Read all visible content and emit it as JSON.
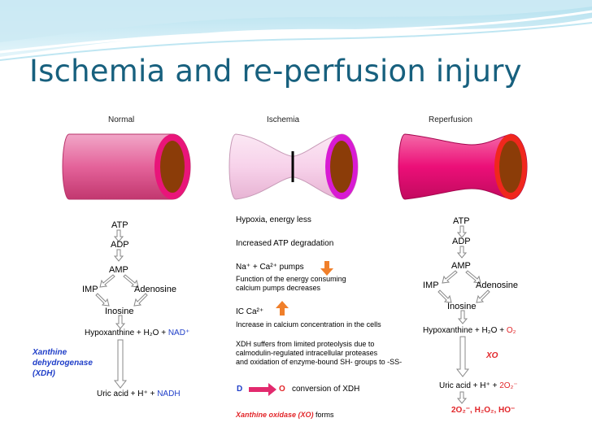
{
  "slide": {
    "title": "Ischemia and re-perfusion injury"
  },
  "panels": {
    "normal": {
      "header": "Normal"
    },
    "ischemia": {
      "header": "Ischemia"
    },
    "reperfusion": {
      "header": "Reperfusion"
    }
  },
  "left_pathway": {
    "atp": "ATP",
    "adp": "ADP",
    "amp": "AMP",
    "imp": "IMP",
    "adenosine": "Adenosine",
    "inosine": "Inosine",
    "hypoxanthine_eq": "Hypoxanthine + H₂O + ",
    "nad": "NAD⁺",
    "enzyme_line1": "Xanthine",
    "enzyme_line2": "dehydrogenase",
    "enzyme_line3": "(XDH)",
    "uric_eq": "Uric acid + H⁺ + ",
    "nadh": "NADH"
  },
  "middle_notes": {
    "hypoxia": "Hypoxia, energy less",
    "atp_degradation": "Increased ATP degradation",
    "pumps": "Na⁺ + Ca²⁺ pumps",
    "pumps_desc1": "Function of the energy consuming",
    "pumps_desc2": "calcium pumps decreases",
    "ic_ca": "IC Ca²⁺",
    "ic_ca_desc": "Increase in calcium concentration in the cells",
    "xdh_desc1": "XDH suffers from limited proteolysis due to",
    "xdh_desc2": "calmodulin-regulated intracellular proteases",
    "xdh_desc3": "and oxidation of enzyme-bound SH- groups to -SS-",
    "conv_d": "D",
    "conv_o": "O",
    "conversion": "conversion of XDH",
    "xo_forms_red": "Xanthine oxidase (XO)",
    "xo_forms_black": " forms"
  },
  "right_pathway": {
    "atp": "ATP",
    "adp": "ADP",
    "amp": "AMP",
    "imp": "IMP",
    "adenosine": "Adenosine",
    "inosine": "Inosine",
    "hypoxanthine_eq": "Hypoxanthine + H₂O + ",
    "o2": "O₂",
    "enzyme": "XO",
    "uric_eq": "Uric acid + H⁺ + ",
    "superoxide": "2O₂⁻",
    "ros": "2O₂⁻, H₂O₂, HO⁻"
  },
  "colors": {
    "title": "#17607e",
    "vessel_normal": "#e4639a",
    "vessel_ischemia": "#f7d2ea",
    "vessel_reperfusion": "#ec0f78",
    "lumen": "#8b3c08",
    "nad_blue": "#1f3ec8",
    "accent_red": "#e2262a",
    "up_down_arrow": "#f07f2a"
  }
}
